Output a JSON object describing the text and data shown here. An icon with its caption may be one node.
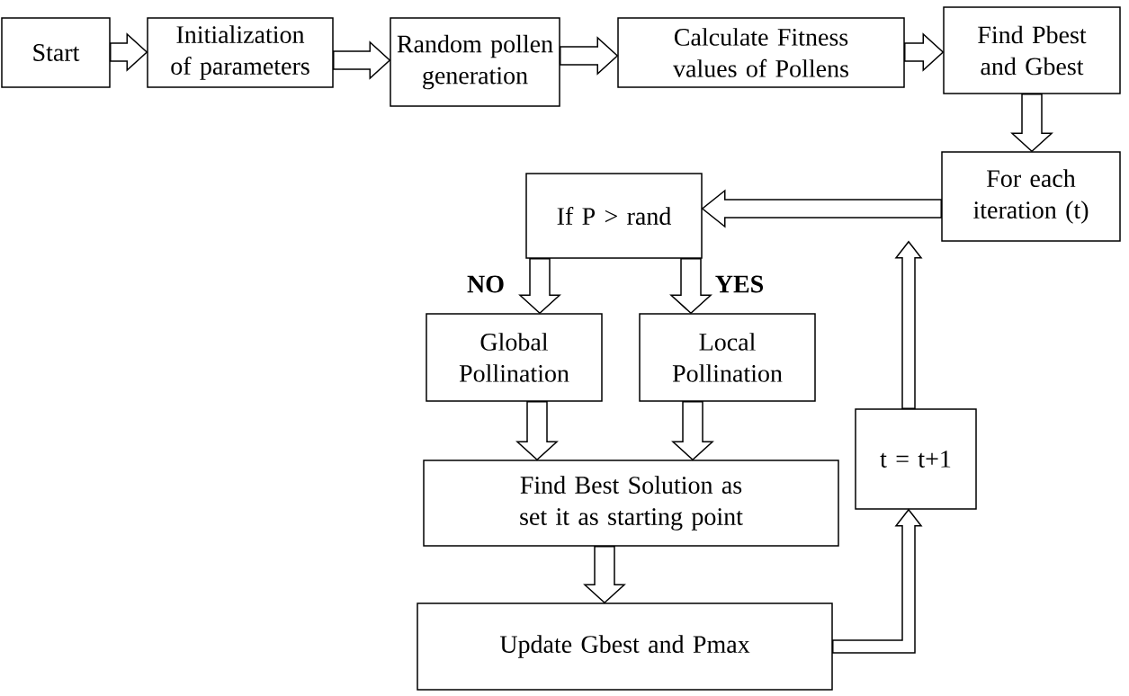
{
  "diagram": {
    "nodes": [
      {
        "text": [
          "Start"
        ]
      },
      {
        "text": [
          "Initialization of parameters"
        ]
      },
      {
        "text": [
          "Random pollen generation"
        ]
      },
      {
        "text": [
          "Calculate Fitness values of Pollens"
        ]
      },
      {
        "text": [
          "Find Pbest and Gbest"
        ]
      },
      {
        "text": [
          "For each iteration (t)"
        ]
      },
      {
        "text": [
          "If P > rand"
        ]
      },
      {
        "text": [
          "Global Pollination"
        ]
      },
      {
        "text": [
          "Local Pollination"
        ]
      },
      {
        "text": [
          "Find Best Solution as set it as starting point"
        ]
      },
      {
        "text": [
          "Update Gbest and Pmax"
        ]
      },
      {
        "text": [
          "t = t+1"
        ]
      }
    ],
    "edges": [
      {
        "from": 0,
        "to": 1,
        "arrow": "to"
      },
      {
        "from": 1,
        "to": 2,
        "arrow": "to"
      },
      {
        "from": 2,
        "to": 3,
        "arrow": "to"
      },
      {
        "from": 3,
        "to": 4,
        "arrow": "to"
      },
      {
        "from": 4,
        "to": 5,
        "arrow": "to"
      },
      {
        "from": 5,
        "to": 6,
        "arrow": "to"
      },
      {
        "from": 6,
        "to": 7,
        "arrow": "to",
        "label": "NO"
      },
      {
        "from": 6,
        "to": 8,
        "arrow": "to",
        "label": "YES"
      },
      {
        "from": 7,
        "to": 9,
        "arrow": "to"
      },
      {
        "from": 8,
        "to": 9,
        "arrow": "to"
      },
      {
        "from": 9,
        "to": 10,
        "arrow": "to"
      },
      {
        "from": 10,
        "to": 11,
        "arrow": "to"
      },
      {
        "from": 11,
        "to": 5,
        "arrow": "to"
      }
    ]
  }
}
